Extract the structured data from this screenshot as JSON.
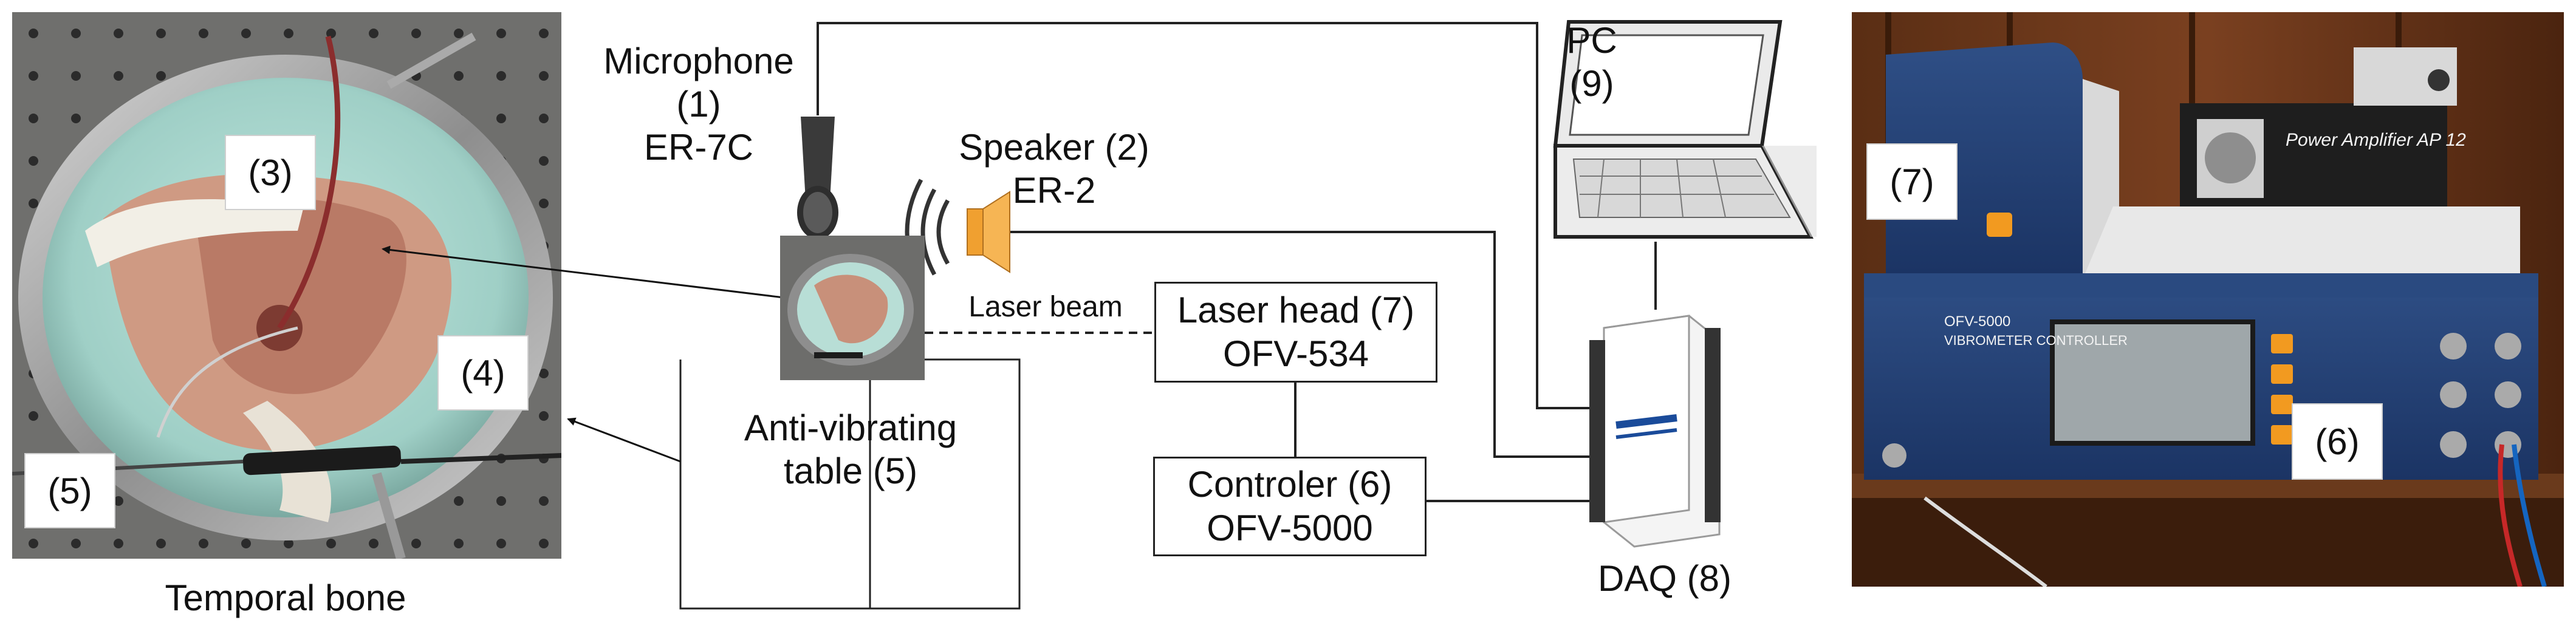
{
  "labels": {
    "microphone_l1": "Microphone",
    "microphone_l2": "(1)",
    "microphone_l3": "ER-7C",
    "speaker_l1": "Speaker (2)",
    "speaker_l2": "ER-2",
    "pc_l1": "PC",
    "pc_l2": "(9)",
    "laser_beam": "Laser beam",
    "anti_l1": "Anti-vibrating",
    "anti_l2": "table (5)",
    "daq": "DAQ (8)",
    "temporal_bone": "Temporal bone"
  },
  "boxes": {
    "laser_head_l1": "Laser head (7)",
    "laser_head_l2": "OFV-534",
    "controller_l1": "Controler (6)",
    "controller_l2": "OFV-5000"
  },
  "photo_tags": {
    "tag3": "(3)",
    "tag4": "(4)",
    "tag5": "(5)",
    "tag7": "(7)",
    "tag6": "(6)"
  },
  "device_text": {
    "amp": "Power Amplifier AP 12",
    "ctrl": "OFV-5000",
    "vibro": "VIBROMETER CONTROLLER"
  }
}
